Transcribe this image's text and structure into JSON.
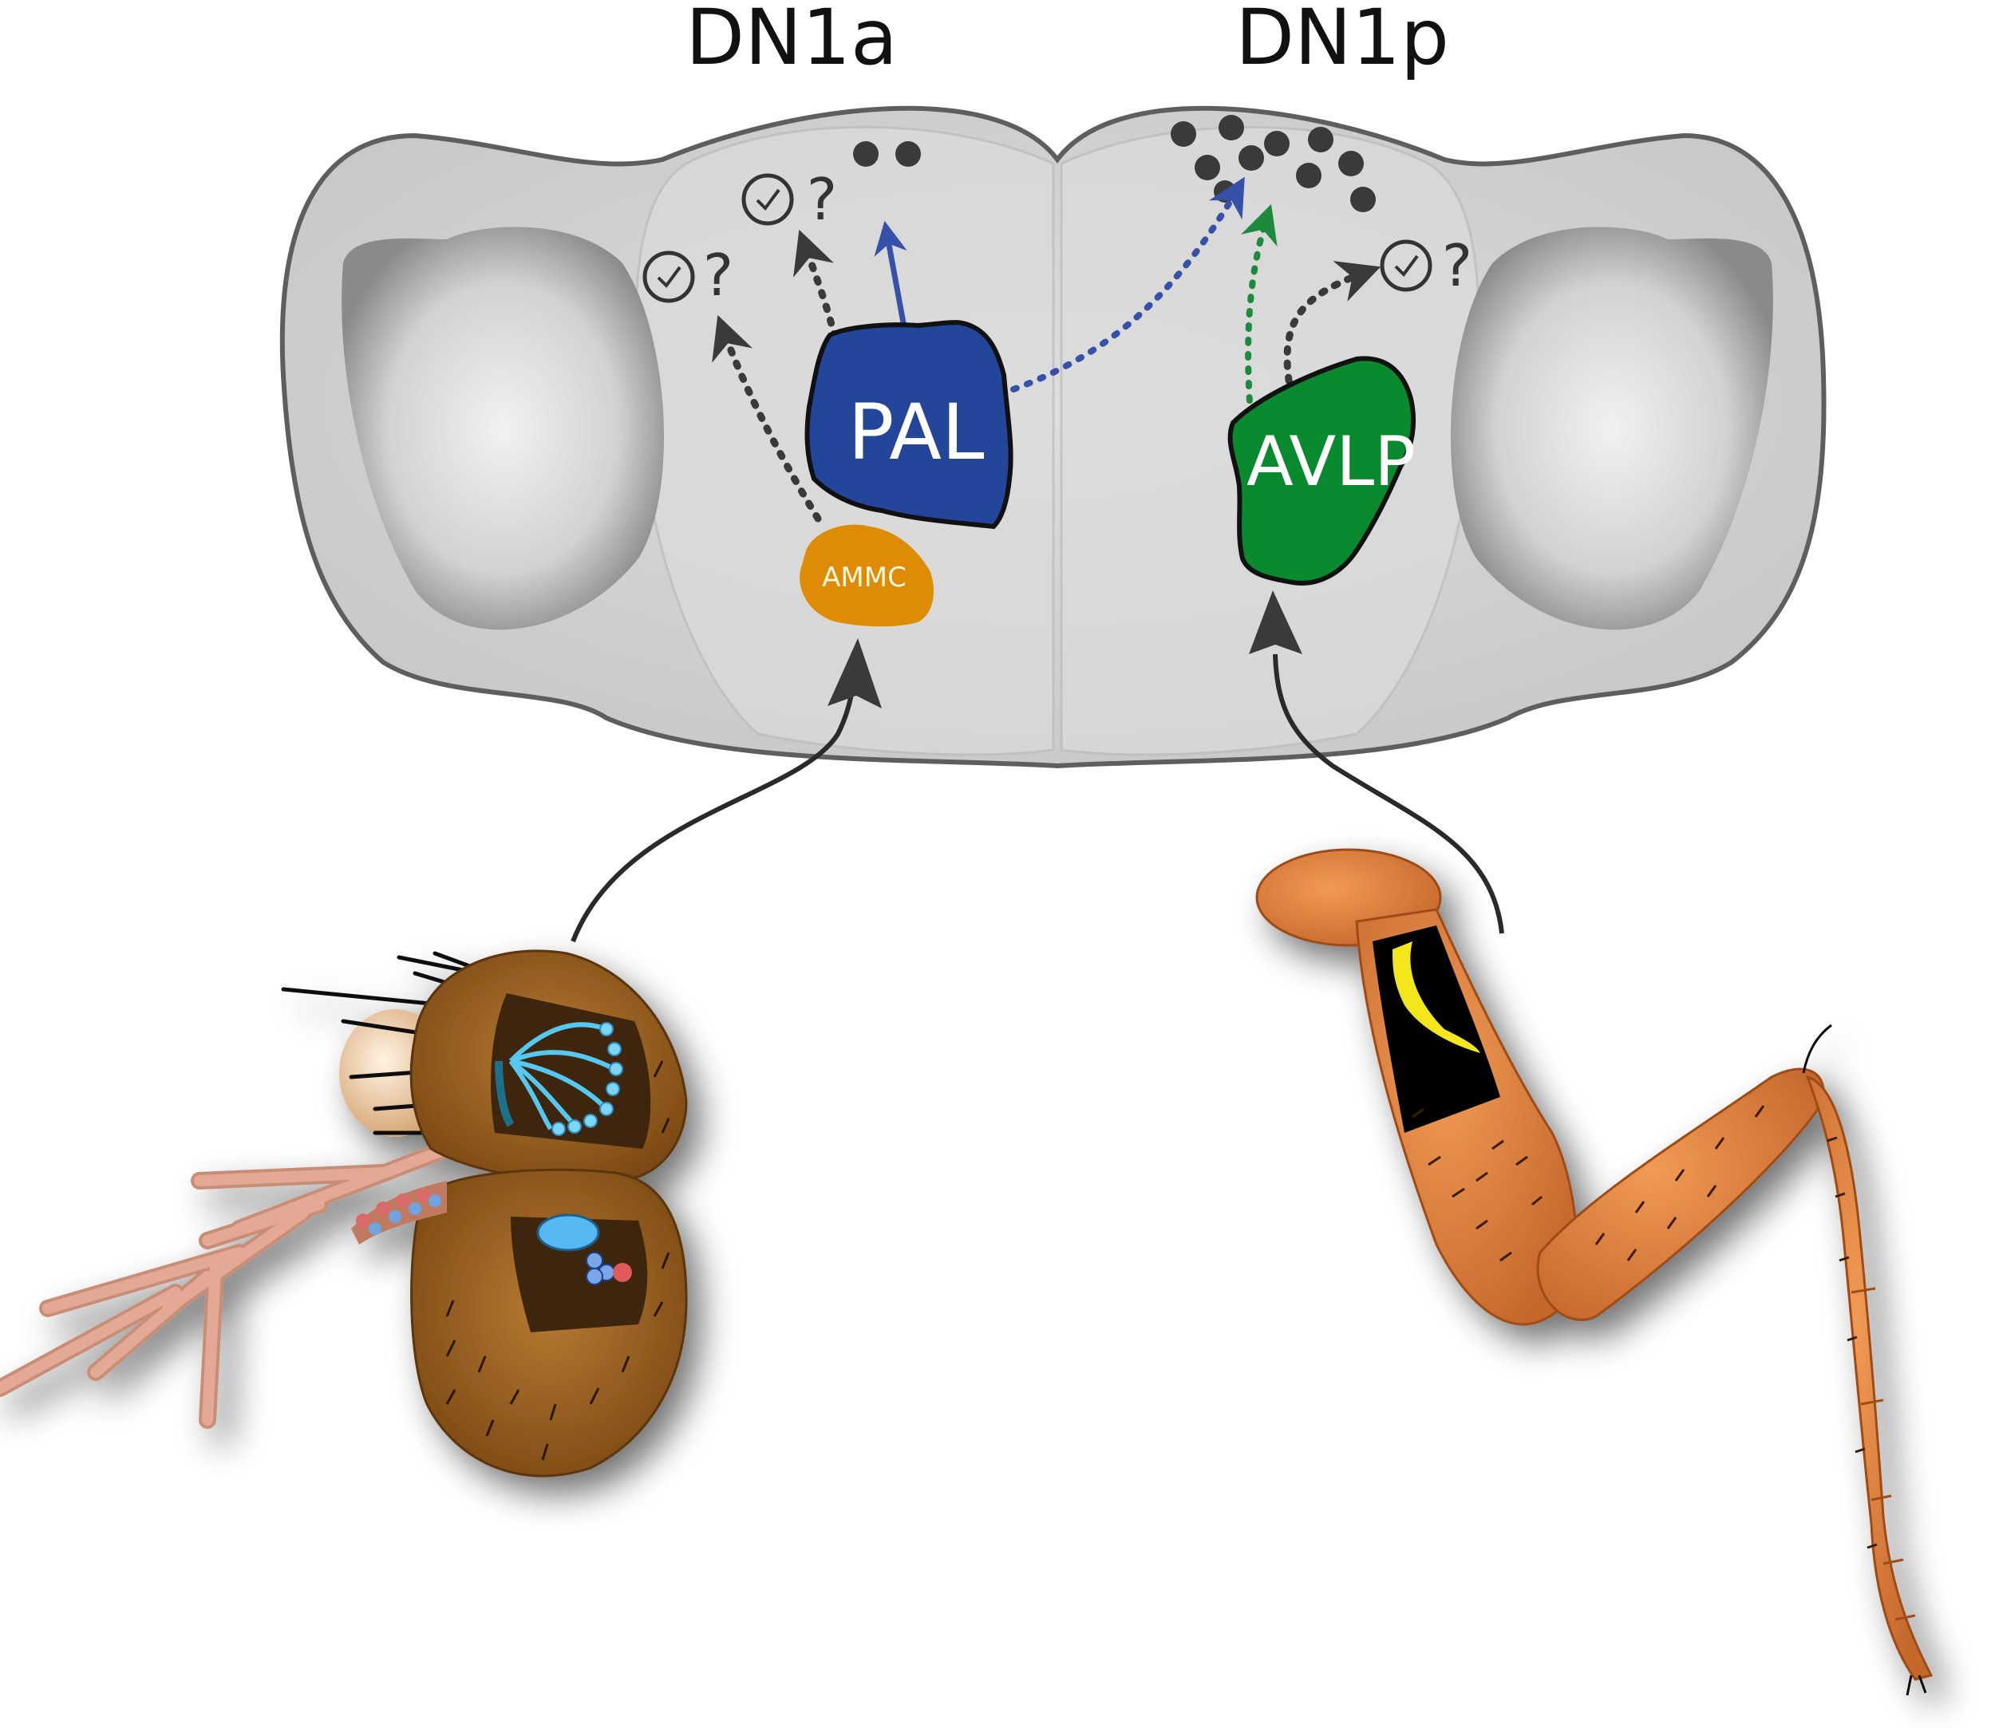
{
  "labels": {
    "dn1a": "DN1a",
    "dn1p": "DN1p",
    "pal": "PAL",
    "avlp": "AVLP",
    "ammc": "AMMC",
    "question": "?"
  },
  "colors": {
    "pal": "#23469b",
    "avlp": "#0a8a2e",
    "ammc": "#de8c05",
    "brain_fill": "#d6d6d6",
    "brain_stroke": "#5e5e5e",
    "arrow_dark": "#3a3a3a",
    "dot_blue": "#3552a8",
    "dot_green": "#1d8a3c",
    "leg": "#d8783a",
    "head": "#a86a26",
    "cavity": "#3c2608"
  },
  "icons": [
    "clock-icon",
    "clock-icon",
    "clock-icon"
  ]
}
